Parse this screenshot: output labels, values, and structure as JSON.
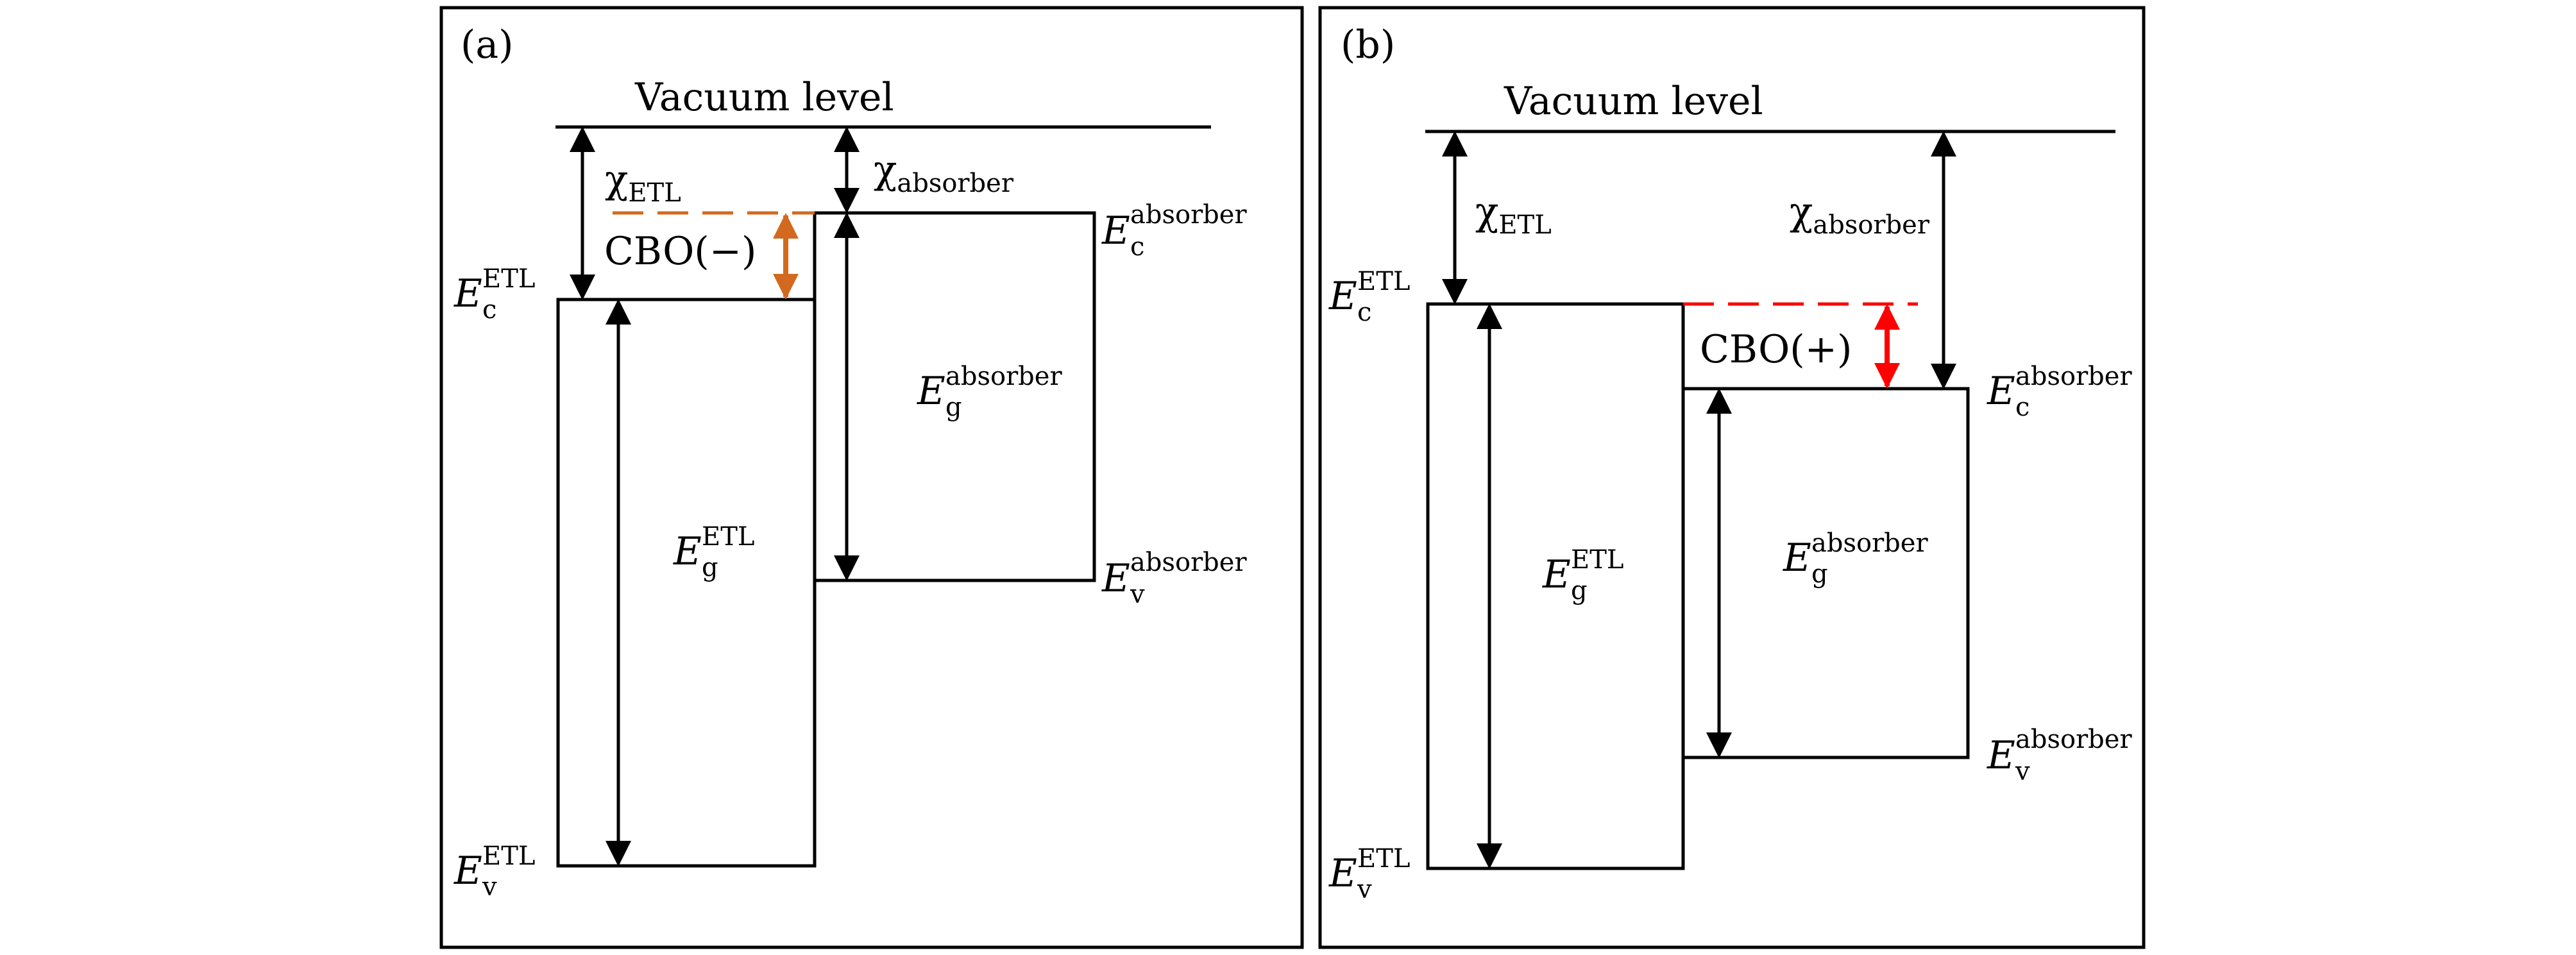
{
  "colors": {
    "line": "#000000",
    "cbo_negative": "#d2691e",
    "cbo_positive": "#ff0000"
  },
  "symbols": {
    "chi": "χ",
    "energy": "E",
    "sub_c": "c",
    "sub_v": "v",
    "sub_g": "g",
    "etl": "ETL",
    "absorber": "absorber"
  },
  "panels": [
    {
      "id": "a",
      "label": "(a)",
      "vacuum_level": "Vacuum level",
      "cbo": "CBO(−)",
      "cbo_sign": "negative"
    },
    {
      "id": "b",
      "label": "(b)",
      "vacuum_level": "Vacuum level",
      "cbo": "CBO(+)",
      "cbo_sign": "positive"
    }
  ]
}
